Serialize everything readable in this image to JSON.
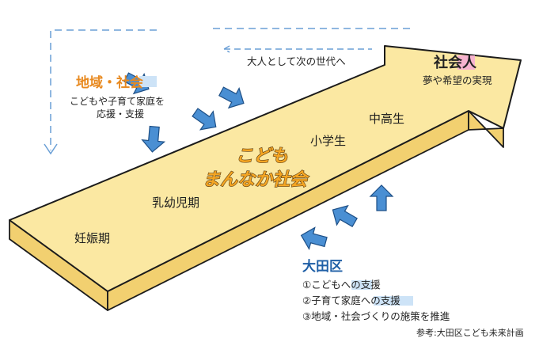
{
  "labels": {
    "next_generation": "大人として次の世代へ",
    "community_title": "地域・社会",
    "community_line1": "こどもや子育て家庭を",
    "community_line2": "応援・支援",
    "adult_title": "社会人",
    "adult_sub": "夢や希望の実現",
    "main_line1": "こども",
    "main_line2": "まんなか社会",
    "stage_pregnancy": "妊娠期",
    "stage_infant": "乳幼児期",
    "stage_elementary": "小学生",
    "stage_highschool": "中高生",
    "ota_title": "大田区",
    "ota_item1": "①こどもへの支援",
    "ota_item2": "②子育て家庭への支援",
    "ota_item3": "③地域・社会づくりの施策を推進",
    "reference": "参考:大田区こども未来計画"
  },
  "colors": {
    "arrow_fill": "#fbe8a2",
    "arrow_side": "#f2d070",
    "outline": "#1b1b1b",
    "blue_arrow": "#4a8fd3",
    "dashed": "#6a9fd6",
    "community_title": "#e8891f",
    "ota_title": "#1f5fa6",
    "pink_highlight": "#f7b3cf"
  }
}
